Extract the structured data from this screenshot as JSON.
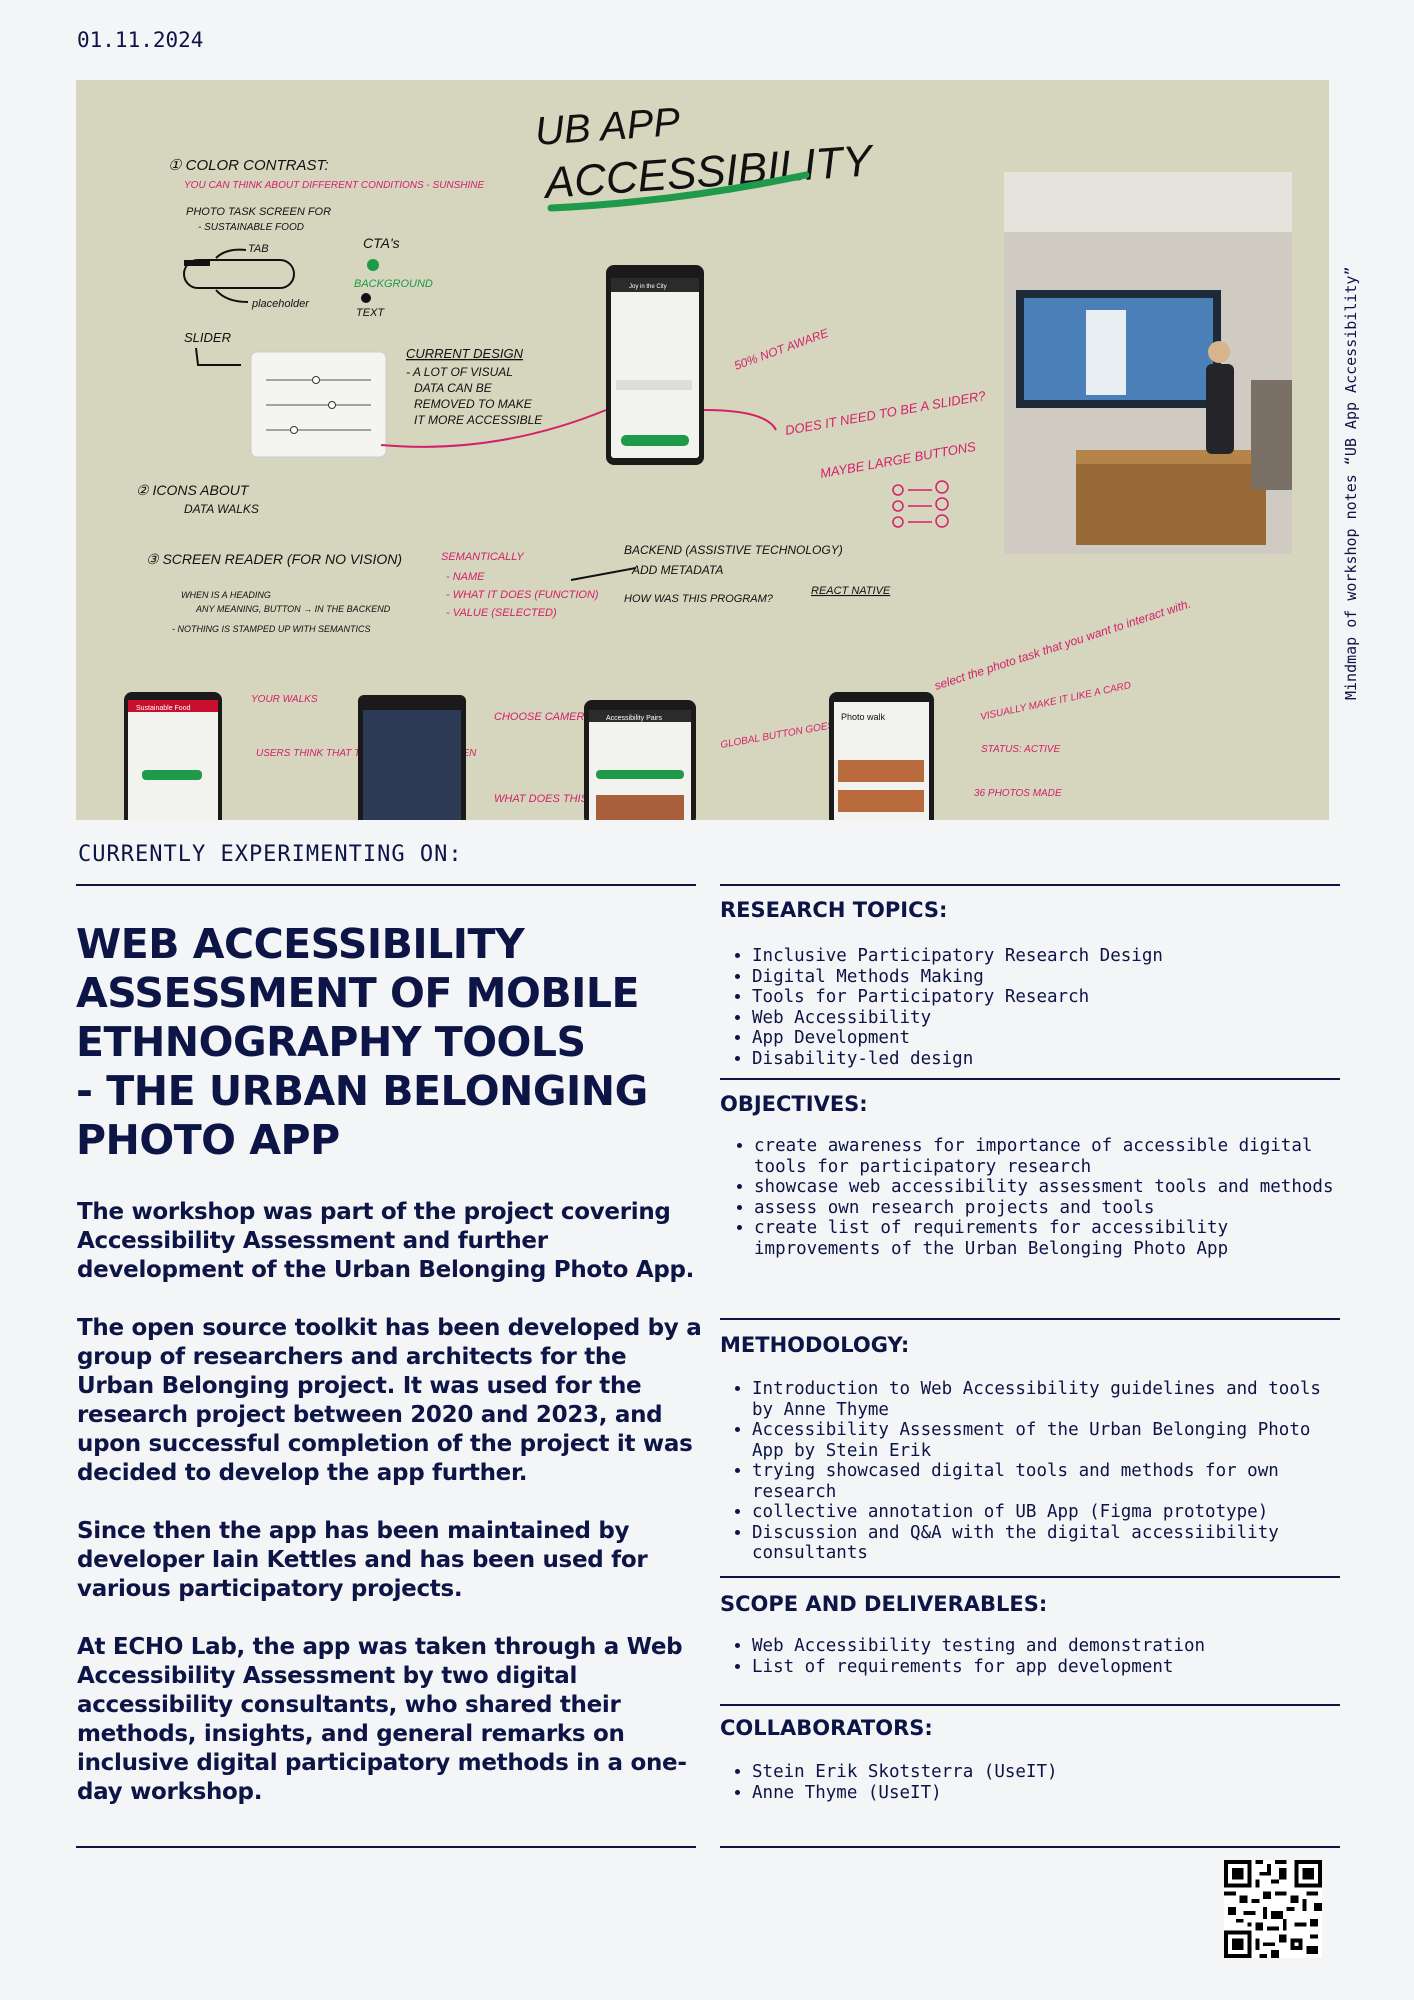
{
  "date": "01.11.2024",
  "side_caption": "Mindmap of workshop notes “UB App Accessibility”",
  "hero": {
    "headline_1": "UB APP",
    "headline_2": "ACCESSIBILITY",
    "note_color_contrast": "① COLOR CONTRAST:",
    "note_color_sub": "YOU CAN THINK ABOUT DIFFERENT CONDITIONS - SUNSHINE",
    "note_photo_task": "PHOTO TASK SCREEN FOR",
    "note_sustainable": "- SUSTAINABLE FOOD",
    "note_tab": "TAB",
    "note_placeholder": "placeholder",
    "note_ctas": "CTA's",
    "note_background": "BACKGROUND",
    "note_text": "TEXT",
    "note_slider": "SLIDER",
    "note_current_design": "CURRENT DESIGN",
    "note_current_1": "- A LOT OF VISUAL",
    "note_current_2": "DATA CAN BE",
    "note_current_3": "REMOVED TO MAKE",
    "note_current_4": "IT MORE ACCESSIBLE",
    "note_not_aware": "50% NOT AWARE",
    "note_slider_q": "DOES IT NEED TO BE A SLIDER?",
    "note_large_buttons": "MAYBE LARGE BUTTONS",
    "note_icons": "② ICONS ABOUT",
    "note_data_walks": "DATA WALKS",
    "note_screen_reader": "③ SCREEN READER (FOR NO VISION)",
    "note_heading": "WHEN IS A HEADING",
    "note_meaning": "ANY MEANING, BUTTON → IN THE BACKEND",
    "note_nothing": "- NOTHING IS STAMPED UP WITH SEMANTICS",
    "note_semantically": "SEMANTICALLY",
    "note_name": "- NAME",
    "note_what_it_does": "- WHAT IT DOES (FUNCTION)",
    "note_value": "- VALUE (SELECTED)",
    "note_backend": "BACKEND (ASSISTIVE TECHNOLOGY)",
    "note_metadata": "ADD METADATA",
    "note_how_program": "HOW WAS THIS PROGRAM?",
    "note_react": "REACT NATIVE",
    "note_select_photo": "select the photo task that you want to interact with.",
    "note_your_walks": "YOUR WALKS",
    "note_users_think": "USERS THINK THAT THE CAMERA WILL OPEN",
    "note_choose_camera": "CHOOSE CAMERA LABEL",
    "note_what_does": "WHAT DOES THIS DO?",
    "note_global_button": "GLOBAL BUTTON GOES TO THE TABS",
    "note_visually": "VISUALLY MAKE IT LIKE A CARD",
    "note_status": "STATUS: ACTIVE",
    "note_photos_made": "36 PHOTOS MADE",
    "phone_1_title": "Sustainable Food",
    "phone_2_title": "Accessibility Pairs",
    "phone_3_title": "Photo walk",
    "phone_top_title": "Joy in the City"
  },
  "currently_label": "CURRENTLY EXPERIMENTING ON:",
  "title": "WEB ACCESSIBILITY\nASSESSMENT OF MOBILE\nETHNOGRAPHY  TOOLS\n- THE URBAN BELONGING\nPHOTO APP",
  "paragraphs": [
    "The workshop was part of the project covering Accessibility Assessment and further development of the Urban Belonging Photo App.",
    "The open source toolkit has been developed by a group of researchers and architects for the Urban Belonging project. It was used for the research project between 2020 and 2023, and upon successful completion of the project it was decided to develop the app further.",
    "Since then the app has been maintained by developer Iain Kettles and has been used for various participatory projects.",
    "At ECHO Lab, the app was taken through a Web Accessibility Assessment by two digital accessibility consultants, who shared their methods, insights, and general remarks on inclusive digital participatory methods in a one-day workshop."
  ],
  "research_topics": {
    "heading": "RESEARCH TOPICS:",
    "items": [
      "Inclusive Participatory Research Design",
      "Digital Methods Making",
      "Tools for Participatory Research",
      "Web Accessibility",
      "App Development",
      "Disability-led design"
    ]
  },
  "objectives": {
    "heading": "OBJECTIVES:",
    "items": [
      "create awareness for importance of accessible digital tools for participatory research",
      "showcase web accessibility assessment tools and methods",
      "assess own research projects and tools",
      "create list of requirements for accessibility improvements of the Urban Belonging Photo App"
    ]
  },
  "methodology": {
    "heading": "METHODOLOGY:",
    "items": [
      "Introduction to Web Accessibility guidelines and tools by Anne Thyme",
      "Accessibility Assessment of the Urban Belonging Photo App by Stein Erik",
      "trying showcased digital tools and methods for own research",
      "collective annotation of UB App (Figma prototype)",
      "Discussion and Q&A with the digital accessiibility consultants"
    ]
  },
  "scope": {
    "heading": "SCOPE AND DELIVERABLES:",
    "items": [
      "Web Accessibility testing and demonstration",
      "List of requirements for app development"
    ]
  },
  "collaborators": {
    "heading": "COLLABORATORS:",
    "items": [
      "Stein Erik Skotsterra (UseIT)",
      "Anne Thyme (UseIT)"
    ]
  },
  "colors": {
    "navy": "#0d1446",
    "background": "#f3f5f7",
    "whiteboard": "#d6d5bd",
    "marker_pink": "#d4206a",
    "marker_green": "#1e9a4a"
  }
}
